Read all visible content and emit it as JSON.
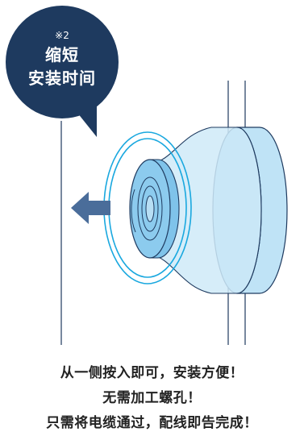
{
  "callout": {
    "note": "※2",
    "title_line1": "缩短",
    "title_line2": "安装时间"
  },
  "caption": {
    "line1": "从一侧按入即可，安装方便！",
    "line2": "无需加工螺孔！",
    "line3": "只需将电缆通过，配线即告完成！"
  },
  "colors": {
    "bubble": "#1e3a5f",
    "arrow": "#4a6d9a",
    "cyan_ring": "#1aa8df",
    "body_fill": "#c8e7f7",
    "disc_fill": "#8ccbee",
    "line": "#1e3a5f"
  }
}
